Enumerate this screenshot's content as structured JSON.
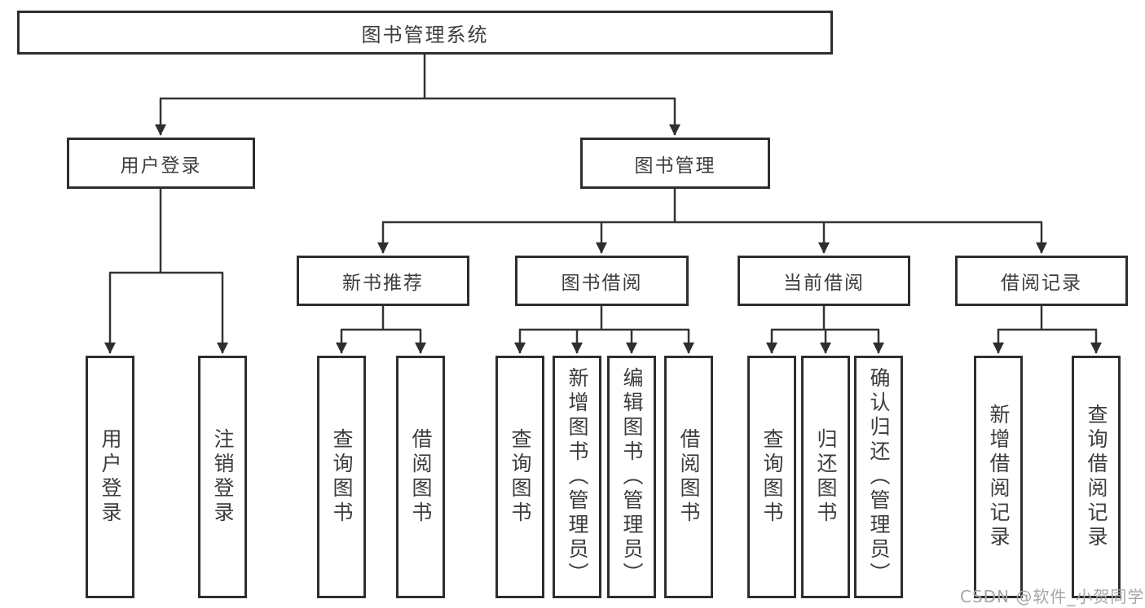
{
  "diagram": {
    "root": {
      "label": "图书管理系统"
    },
    "level2": [
      {
        "label": "用户登录"
      },
      {
        "label": "图书管理"
      }
    ],
    "level3": [
      {
        "label": "新书推荐"
      },
      {
        "label": "图书借阅"
      },
      {
        "label": "当前借阅"
      },
      {
        "label": "借阅记录"
      }
    ],
    "leaves": {
      "user_login": [
        "用户登录",
        "注销登录"
      ],
      "new_books": [
        "查询图书",
        "借阅图书"
      ],
      "book_borrow": [
        "查询图书",
        "新增图书（管理员）",
        "编辑图书（管理员）",
        "借阅图书"
      ],
      "current_borrow": [
        "查询图书",
        "归还图书",
        "确认归还（管理员）"
      ],
      "borrow_records": [
        "新增借阅记录",
        "查询借阅记录"
      ]
    }
  },
  "watermark": {
    "text": "CSDN @软件_小贺同学"
  },
  "colors": {
    "line": "#333333",
    "border": "#2e2e2e",
    "text": "#3c3c3c",
    "watermark_gray": "#a6a6a6"
  }
}
